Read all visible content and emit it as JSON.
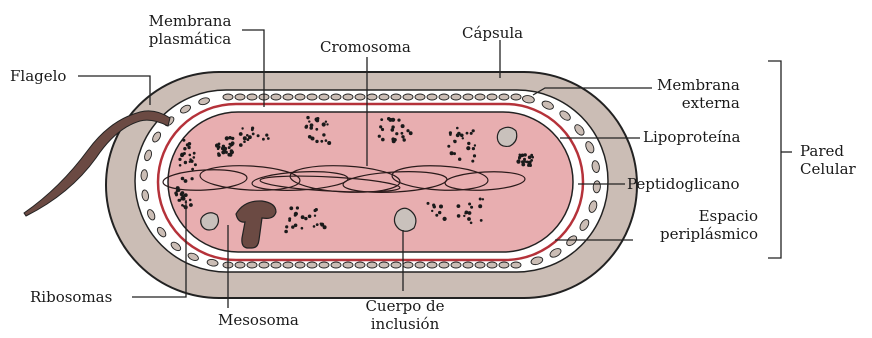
{
  "labels": {
    "membrana_plasmatica": [
      "Membrana",
      "plasmática"
    ],
    "cromosoma": "Cromosoma",
    "capsula": "Cápsula",
    "flagelo": "Flagelo",
    "membrana_externa": [
      "Membrana",
      "externa"
    ],
    "lipoproteina": "Lipoproteína",
    "pared_celular": [
      "Pared",
      "Celular"
    ],
    "peptidoglicano": "Peptidoglicano",
    "espacio_periplasmico": [
      "Espacio",
      "periplásmico"
    ],
    "ribosomas": "Ribosomas",
    "mesosoma": "Mesosoma",
    "cuerpo_de_inclusion": [
      "Cuerpo de",
      "inclusión"
    ]
  },
  "colors": {
    "capsule": "#cbbdb5",
    "outline": "#222222",
    "membrane_red": "#b5323a",
    "cytoplasm": "#e8aeb0",
    "cytoplasm_light": "#f4c9ca",
    "flagellum": "#6b4a43",
    "inclusion": "#c9c1bc",
    "mesosome": "#6b4a43"
  }
}
